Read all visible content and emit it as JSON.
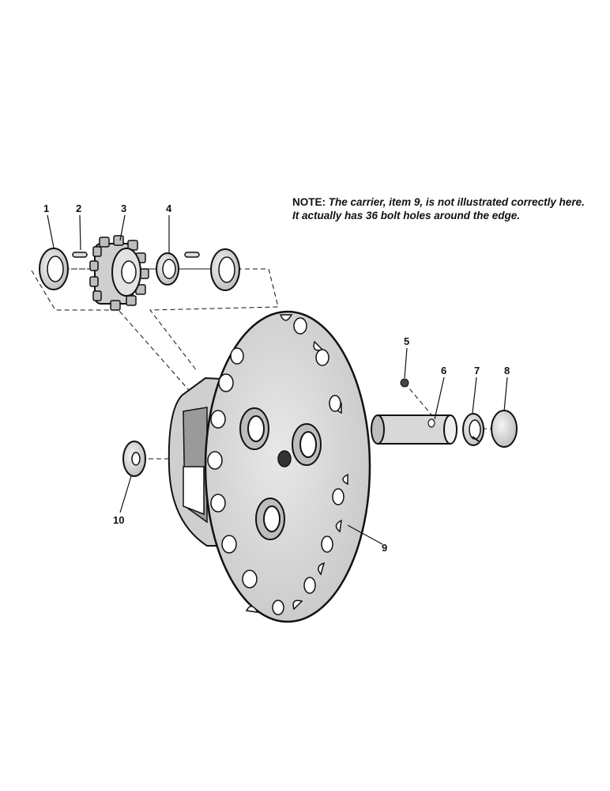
{
  "note": {
    "label": "NOTE:",
    "text": "The carrier, item 9, is not illustrated correctly here. It actually has 36 bolt holes around the edge."
  },
  "callouts": [
    "1",
    "2",
    "3",
    "4",
    "5",
    "6",
    "7",
    "8",
    "9",
    "10"
  ],
  "colors": {
    "ink": "#111111",
    "paper": "#ffffff",
    "shade": "#bdbdbd"
  }
}
